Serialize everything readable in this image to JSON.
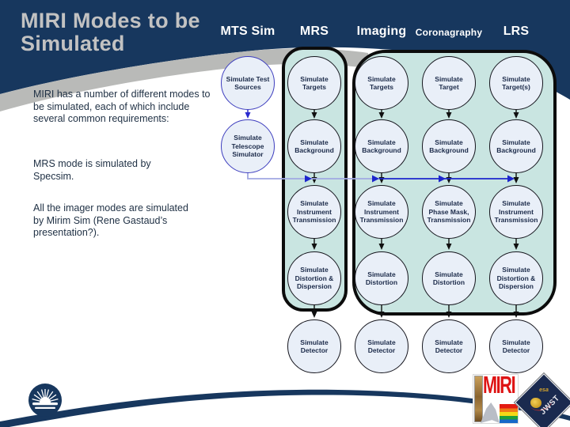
{
  "slide": {
    "title": "MIRI Modes to be Simulated",
    "body": [
      "MIRI has a number of different modes to be simulated, each of which include several common requirements:",
      "MRS mode is simulated by Specsim.",
      "All the imager modes are simulated by Mirim Sim (Rene Gastaud’s presentation?)."
    ]
  },
  "diagram": {
    "columns": [
      {
        "header": "MTS Sim",
        "nodes": [
          "Simulate Test Sources",
          "Simulate Telescope Simulator"
        ]
      },
      {
        "header": "MRS",
        "nodes": [
          "Simulate Targets",
          "Simulate Background",
          "Simulate Instrument Transmission",
          "Simulate Distortion & Dispersion",
          "Simulate Detector"
        ]
      },
      {
        "header": "Imaging",
        "nodes": [
          "Simulate Targets",
          "Simulate Background",
          "Simulate Instrument Transmission",
          "Simulate Distortion",
          "Simulate Detector"
        ]
      },
      {
        "header": "Coronagraphy",
        "nodes": [
          "Simulate Target",
          "Simulate Background",
          "Simulate Phase Mask, Transmission",
          "Simulate Distortion",
          "Simulate Detector"
        ]
      },
      {
        "header": "LRS",
        "nodes": [
          "Simulate Target(s)",
          "Simulate Background",
          "Simulate Instrument Transmission",
          "Simulate Distortion & Dispersion",
          "Simulate Detector"
        ]
      }
    ]
  },
  "logos": {
    "miri": "MIRI",
    "jwst": "JWST",
    "esa": "esa"
  },
  "colors": {
    "navy": "#17375E",
    "panel_teal": "#C9E5E1",
    "node_fill": "#E9EFF8",
    "node_border_mts": "#3d3dbe",
    "arrow_black": "#101010",
    "arrow_blue": "#1d26cc",
    "arrow_blue_light": "#a0a8e2",
    "title_gray": "#C2C2C2",
    "miri_red": "#DE1414",
    "esa_gold": "#D6A52C"
  }
}
